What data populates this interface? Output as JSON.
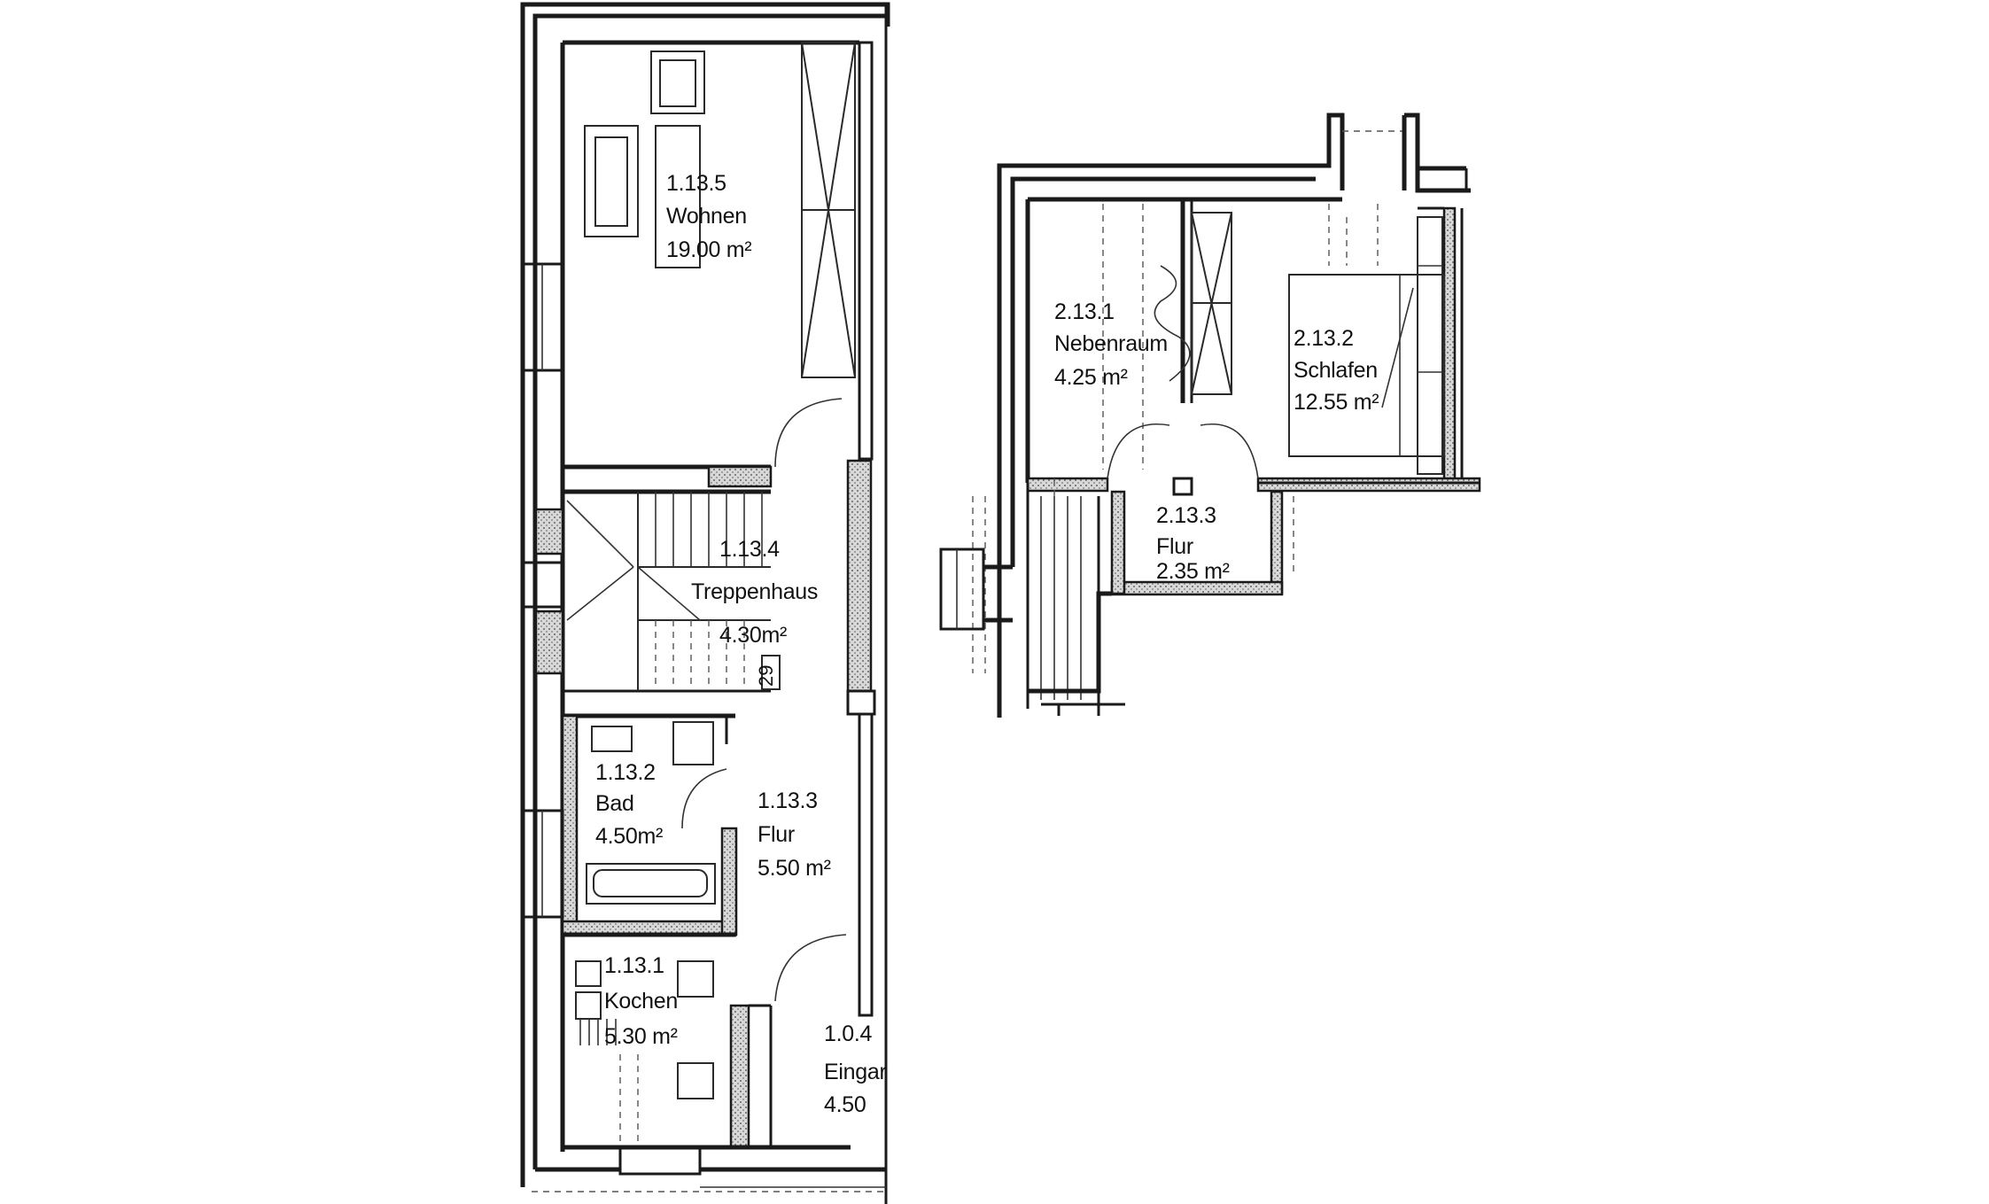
{
  "rooms": [
    {
      "id": "1.13.5",
      "name": "Wohnen",
      "area": "19.00 m²"
    },
    {
      "id": "1.13.4",
      "name": "Treppenhaus",
      "area": "4.30m²"
    },
    {
      "id": "1.13.2",
      "name": "Bad",
      "area": "4.50m²"
    },
    {
      "id": "1.13.3",
      "name": "Flur",
      "area": "5.50 m²"
    },
    {
      "id": "1.13.1",
      "name": "Kochen",
      "area": "5.30 m²"
    },
    {
      "id": "1.0.4",
      "name": "Eingar",
      "area": "4.50"
    },
    {
      "id": "2.13.1",
      "name": "Nebenraum",
      "area": "4.25 m²"
    },
    {
      "id": "2.13.2",
      "name": "Schlafen",
      "area": "12.55 m²"
    },
    {
      "id": "2.13.3",
      "name": "Flur",
      "area": "2.35 m²"
    }
  ],
  "stair_dimension": "29"
}
